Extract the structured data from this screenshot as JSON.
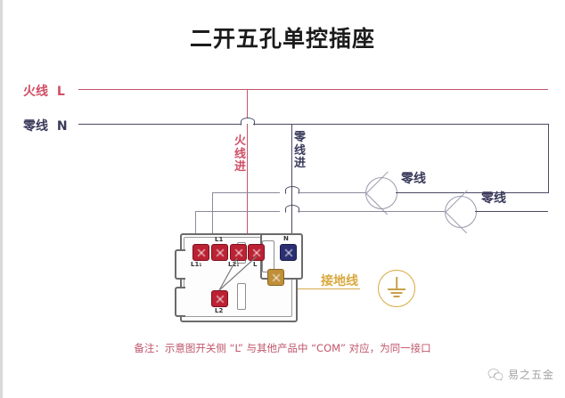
{
  "page": {
    "title": "二开五孔单控插座",
    "footnote": "备注：示意图开关侧 “L” 与其他产品中 “COM” 对应，为同一接口",
    "background": "#ffffff"
  },
  "colors": {
    "live": "#c0566b",
    "live_label": "#cf4f66",
    "neutral": "#4a4a63",
    "neutral_label": "#3a3a5c",
    "ground": "#d8a93f",
    "lamp_wire": "#8a8a9c",
    "terminal_red": "#bb2233",
    "terminal_blue": "#2b2f72",
    "terminal_gold": "#c08f3a",
    "device_outline": "#6b6b6b"
  },
  "bus_labels": {
    "live": {
      "cn": "火线",
      "symbol": "L"
    },
    "neutral": {
      "cn": "零线",
      "symbol": "N"
    }
  },
  "drop_labels": {
    "live_in": "火线进",
    "neutral_in": "零线进"
  },
  "lamps": [
    {
      "name": "lamp-1",
      "label": "零线"
    },
    {
      "name": "lamp-2",
      "label": "零线"
    }
  ],
  "ground": {
    "label": "接地线",
    "symbol_name": "earth-ground-icon"
  },
  "device": {
    "name": "二开五孔单控插座",
    "terminals": [
      {
        "id": "L1-1",
        "label": "L1₁",
        "color": "red"
      },
      {
        "id": "L1",
        "label": "L1",
        "color": "red"
      },
      {
        "id": "L2-1",
        "label": "L2₁",
        "color": "red"
      },
      {
        "id": "L",
        "label": "L",
        "color": "red"
      },
      {
        "id": "N",
        "label": "N",
        "color": "blue"
      },
      {
        "id": "L2",
        "label": "L2",
        "color": "red"
      },
      {
        "id": "E",
        "label": "",
        "color": "gold"
      }
    ]
  },
  "watermark": {
    "text": "易之五金",
    "icon_name": "wechat-icon"
  }
}
